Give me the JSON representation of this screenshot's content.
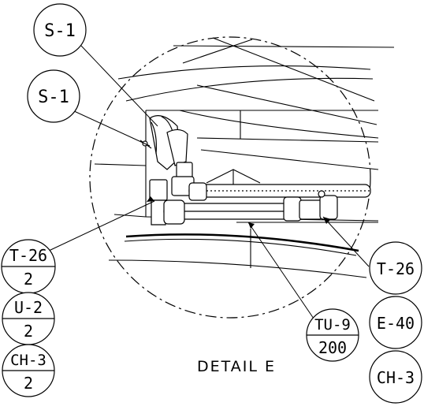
{
  "detail_caption": "DETAIL E",
  "callouts": {
    "s1_top": "S-1",
    "s1_mid": "S-1",
    "t26_left_top": "T-26",
    "t26_left_bottom": "2",
    "u2_top": "U-2",
    "u2_bottom": "2",
    "ch3_left_top": "CH-3",
    "ch3_left_bottom": "2",
    "t26_right": "T-26",
    "tu9_top": "TU-9",
    "tu9_bottom": "200",
    "e40": "E-40",
    "ch3_right": "CH-3"
  }
}
